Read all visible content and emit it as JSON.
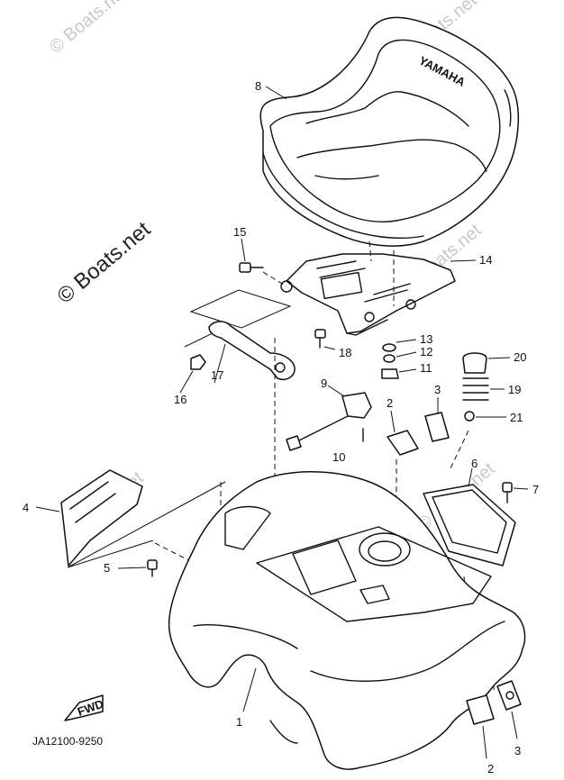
{
  "watermarks": [
    "© Boats.net",
    "© Boats.net",
    "© Boats.net",
    "© Boats.net",
    "© Boats.net",
    "© Boats.net"
  ],
  "seat_brand": "YAMAHA",
  "fwd_label": "FWD",
  "part_code": "JA12100-9250",
  "callouts": {
    "c1": "1",
    "c2a": "2",
    "c2b": "2",
    "c3a": "3",
    "c3b": "3",
    "c4": "4",
    "c5": "5",
    "c6": "6",
    "c7": "7",
    "c8": "8",
    "c9": "9",
    "c10": "10",
    "c11": "11",
    "c12": "12",
    "c13": "13",
    "c14": "14",
    "c15": "15",
    "c16": "16",
    "c17": "17",
    "c18": "18",
    "c19": "19",
    "c20": "20",
    "c21": "21"
  }
}
